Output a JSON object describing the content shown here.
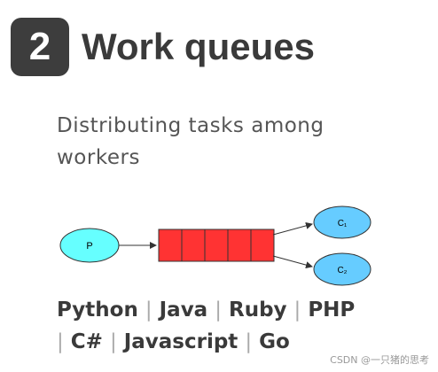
{
  "section": {
    "number": "2",
    "title": "Work queues",
    "description": "Distributing tasks among workers"
  },
  "diagram": {
    "producer_label": "P",
    "consumers": [
      "C₁",
      "C₂"
    ],
    "queue_cells": 5,
    "colors": {
      "producer": "#66ffff",
      "queue": "#ff3333",
      "consumer": "#66ccff",
      "stroke": "#333333"
    }
  },
  "languages": [
    "Python",
    "Java",
    "Ruby",
    "PHP",
    "C#",
    "Javascript",
    "Go"
  ],
  "watermark": "CSDN @一只猪的思考"
}
